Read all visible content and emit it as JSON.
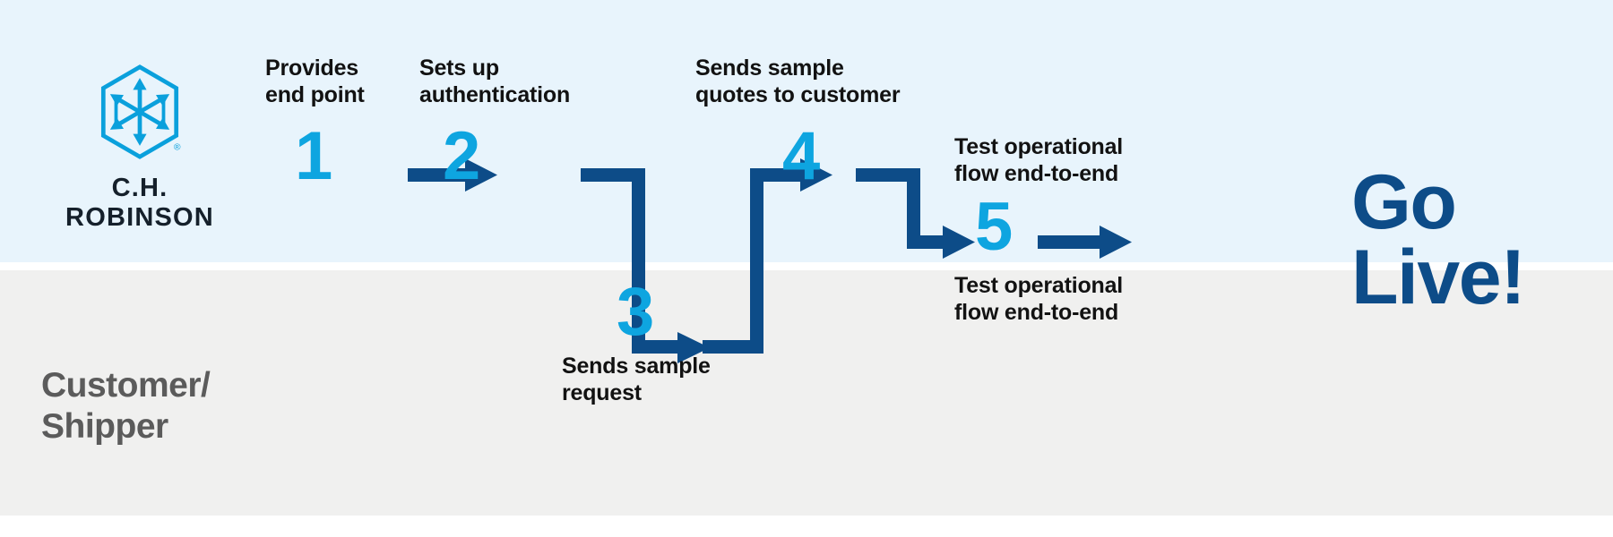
{
  "brand": {
    "name": "C.H. ROBINSON",
    "logo_icon": "chrobinson-hexagon-arrows-logo",
    "registered_mark": "®"
  },
  "lanes": {
    "top": {
      "name": "C.H. Robinson lane",
      "background": "#e8f4fc"
    },
    "bottom": {
      "label": "Customer/\nShipper",
      "background": "#f0f0ef"
    }
  },
  "colors": {
    "band_top": "#e8f4fc",
    "band_bottom": "#f0f0ef",
    "step_number": "#0ea5e0",
    "connector": "#0d4c88",
    "caption_text": "#121212",
    "lane_label": "#5b5b5b",
    "golive_text": "#0d4c88",
    "logo": "#0aa0dc"
  },
  "chart_data": {
    "type": "diagram",
    "title": "Onboarding process flow",
    "steps": [
      {
        "number": "1",
        "lane": "top",
        "caption": "Provides\nend point",
        "caption_position": "above"
      },
      {
        "number": "2",
        "lane": "top",
        "caption": "Sets up\nauthentication",
        "caption_position": "above"
      },
      {
        "number": "3",
        "lane": "bottom",
        "caption": "Sends sample\nrequest",
        "caption_position": "below"
      },
      {
        "number": "4",
        "lane": "top",
        "caption": "Sends sample\nquotes to customer",
        "caption_position": "above"
      },
      {
        "number": "5",
        "lane": "both",
        "caption": "Test operational\nflow end-to-end",
        "caption_position": "above-and-below"
      }
    ],
    "connections": [
      {
        "from": "1",
        "to": "2",
        "style": "straight-arrow"
      },
      {
        "from": "2",
        "to": "3",
        "style": "elbow-down-arrow"
      },
      {
        "from": "3",
        "to": "4",
        "style": "elbow-up-arrow"
      },
      {
        "from": "4",
        "to": "5",
        "style": "elbow-down-arrow"
      },
      {
        "from": "5",
        "to": "go-live",
        "style": "straight-arrow"
      }
    ],
    "outcome": "Go\nLive!"
  },
  "steps": {
    "one": {
      "number": "1",
      "caption": "Provides\nend point"
    },
    "two": {
      "number": "2",
      "caption": "Sets up\nauthentication"
    },
    "three": {
      "number": "3",
      "caption": "Sends sample\nrequest"
    },
    "four": {
      "number": "4",
      "caption": "Sends sample\nquotes to customer"
    },
    "five": {
      "number": "5",
      "caption_top": "Test operational\nflow end-to-end",
      "caption_bottom": "Test operational\nflow end-to-end"
    }
  },
  "outcome": {
    "text": "Go\nLive!"
  }
}
